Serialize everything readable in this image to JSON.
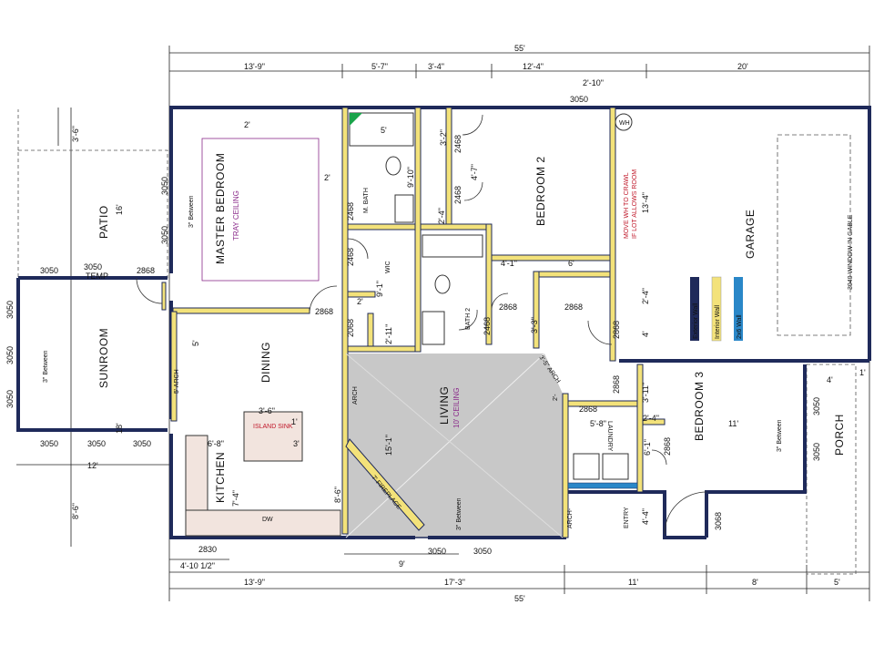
{
  "colors": {
    "exterior_wall": "#1f2a5a",
    "interior_wall": "#f3e27a",
    "wall_2x6": "#2a87c8",
    "living_fill": "#c8c8c8",
    "accent_note": "#8a2a8a",
    "red_note": "#c0182a"
  },
  "dimensions": {
    "top_total": "55'",
    "top_1": "13'-9\"",
    "top_2": "5'-7\"",
    "top_3": "3'-4\"",
    "top_4": "12'-4\"",
    "top_5": "20'",
    "top_2_10": "2'-10\"",
    "bottom_total": "55'",
    "bottom_1": "13'-9\"",
    "bottom_2": "17'-3\"",
    "bottom_3": "11'",
    "bottom_4": "8'",
    "bottom_5": "5'",
    "bottom_4_10": "4'-10 1/2\"",
    "bottom_9": "9'",
    "left_3_6": "3'-6\"",
    "left_16": "16'",
    "left_8_6": "8'-6\"",
    "left_12": "12'",
    "left_18": "18'",
    "left_16b": "16'",
    "d_2a": "2'",
    "d_2b": "2'",
    "d_2c": "2'",
    "d_3_2": "3'-2\"",
    "d_9_10": "9'-10\"",
    "d_4_7": "4'-7\"",
    "d_2_4": "2'-4\"",
    "d_5": "5'",
    "d_9_1": "9'-1\"",
    "d_2_11": "2'-11\"",
    "d_4_1": "4'-1\"",
    "d_6": "6'",
    "d_13_4": "13'-4\"",
    "d_2_4b": "2'-4\"",
    "d_4": "4'",
    "d_3_3": "3'-3\"",
    "d_3_11": "3'-11\"",
    "d_3_6": "3'-6\"",
    "d_3": "3'",
    "d_6_8": "6'-8\"",
    "d_7_4": "7'-4\"",
    "d_5b": "5'",
    "d_15_1": "15'-1\"",
    "d_8_6b": "8'-6\"",
    "d_5_8": "5'-8\"",
    "d_2_4c": "2'-4\"",
    "d_6_1": "6'-1\"",
    "d_4_4": "4'-4\"",
    "d_11": "11'",
    "d_4b": "4'",
    "d_1": "1'",
    "d_2": "2'",
    "d_3b": "3'",
    "d_1b": "1'"
  },
  "windows": {
    "w_3050_top": "3050",
    "w_3050_mb": "3050",
    "w_3050_mb2": "3050",
    "w_3050_patio": "3050",
    "w_3050_temp": "3050",
    "w_temp": "TEMP",
    "w_sun_left1": "3050",
    "w_sun_left2": "3050",
    "w_sun_left3": "3050",
    "w_sun_bot1": "3050",
    "w_sun_bot2": "3050",
    "w_sun_bot3": "3050",
    "w_liv1": "3050",
    "w_liv2": "3050",
    "w_porch1": "3050",
    "w_porch2": "3050",
    "w_garage_gable": "3040 WINDOW IN GABLE"
  },
  "doors": {
    "d_2868_sun": "2868",
    "d_2868_mb": "2868",
    "d_2468_a": "2468",
    "d_2468_b": "2468",
    "d_2468_c": "2468",
    "d_2468_d": "2468",
    "d_2468_e": "2468",
    "d_2068": "2068",
    "d_2868_b2": "2868",
    "d_2868_c": "2868",
    "d_2868_d": "2868",
    "d_2868_e": "2868",
    "d_2868_laundry": "2868",
    "d_2868_b3": "2868",
    "d_2830": "2830",
    "d_3068": "3068",
    "d_2868_f": "2868"
  },
  "rooms": {
    "master": "MASTER BEDROOM",
    "master_sub": "TRAY CEILING",
    "mbath": "M. BATH",
    "wic": "WIC",
    "bath2": "BATH 2",
    "bedroom2": "BEDROOM 2",
    "garage": "GARAGE",
    "patio": "PATIO",
    "sunroom": "SUNROOM",
    "dining": "DINING",
    "kitchen": "KITCHEN",
    "living": "LIVING",
    "living_sub": "10' CEILING",
    "laundry": "LAUNDRY",
    "bedroom3": "BEDROOM 3",
    "entry": "ENTRY",
    "porch": "PORCH"
  },
  "notes": {
    "between_mb": "3\" Between",
    "between_sun": "3\" Between",
    "between_liv": "3\" Between",
    "between_b3": "3\" Between",
    "arch_dining": "5' ARCH",
    "arch_liv": "ARCH",
    "arch_35": "3'-5\" ARCH",
    "arch_2": "2'-",
    "arch_entry": "ARCH-",
    "fireplace": "7' FIREPLACE",
    "move_wh_1": "MOVE WH TO CRAWL",
    "move_wh_2": "IF LOT ALLOWS ROOM",
    "wh": "WH",
    "island_sink": "ISLAND SINK",
    "dw": "DW"
  },
  "legend": [
    {
      "label": "Exterior Wall",
      "color": "#1f2a5a"
    },
    {
      "label": "Interior Wall",
      "color": "#f3e27a"
    },
    {
      "label": "2x6 Wall",
      "color": "#2a87c8"
    }
  ]
}
